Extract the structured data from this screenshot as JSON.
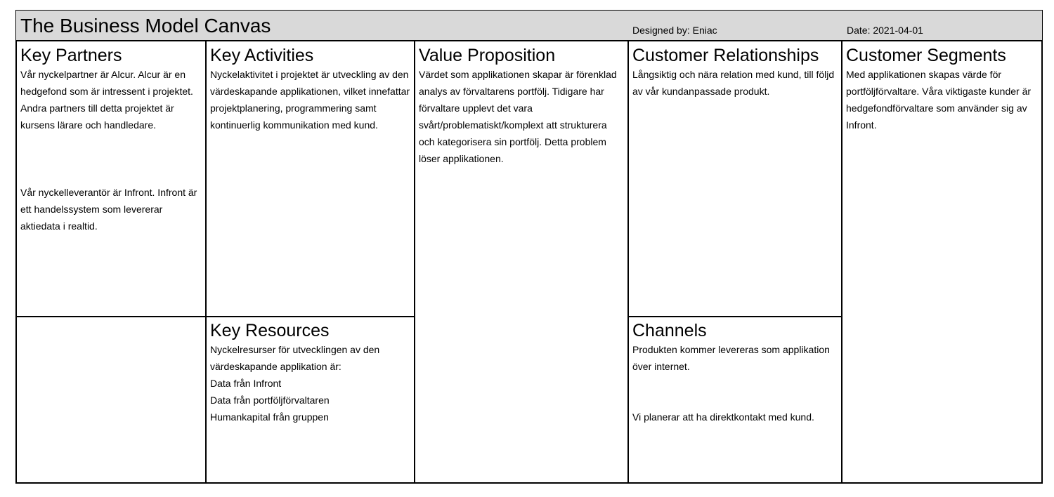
{
  "header": {
    "title": "The Business Model Canvas",
    "designed_by": "Designed by: Eniac",
    "date": "Date: 2021-04-01"
  },
  "key_partners": {
    "title": "Key Partners",
    "paragraph1": "Vår nyckelpartner är Alcur. Alcur är en hedgefond som är intressent i projektet. Andra partners till detta projektet är kursens lärare och handledare.",
    "paragraph2": "Vår nyckelleverantör är Infront. Infront är ett handelssystem som levererar aktiedata i realtid."
  },
  "key_activities": {
    "title": "Key Activities",
    "text": "Nyckelaktivitet i projektet är utveckling av den värdeskapande applikationen, vilket innefattar projektplanering, programmering samt kontinuerlig kommunikation med kund."
  },
  "key_resources": {
    "title": "Key Resources",
    "intro": "Nyckelresurser för utvecklingen av den värdeskapande applikation är:",
    "items": [
      "Data från Infront",
      "Data från portföljförvaltaren",
      "Humankapital från gruppen"
    ]
  },
  "value_proposition": {
    "title": "Value Proposition",
    "text": "Värdet som applikationen skapar är förenklad analys av förvaltarens portfölj. Tidigare har förvaltare upplevt det vara svårt/problematiskt/komplext att strukturera och kategorisera sin portfölj. Detta problem löser applikationen."
  },
  "customer_relationships": {
    "title": "Customer Relationships",
    "text": "Långsiktig och nära relation med kund, till följd av vår kundanpassade produkt."
  },
  "channels": {
    "title": "Channels",
    "paragraph1": "Produkten kommer levereras som applikation över internet.",
    "paragraph2": "Vi planerar att ha direktkontakt med kund."
  },
  "customer_segments": {
    "title": "Customer Segments",
    "text": "Med applikationen skapas värde för portföljförvaltare. Våra viktigaste kunder är hedgefondförvaltare som använder sig av Infront."
  }
}
